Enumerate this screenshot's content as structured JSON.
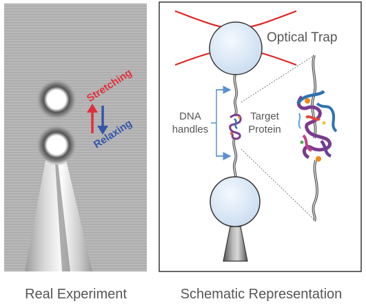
{
  "left_panel": {
    "stretching_label": "Stretching",
    "relaxing_label": "Relaxing",
    "caption": "Real Experiment"
  },
  "right_panel": {
    "optical_trap_label": "Optical Trap",
    "dna_line1": "DNA",
    "dna_line2": "handles",
    "target_line1": "Target",
    "target_line2": "Protein",
    "caption": "Schematic Representation"
  },
  "colors": {
    "stretch": "#e0303c",
    "relax": "#3355aa",
    "trap_beam": "#e02020",
    "bracket": "#5b8fd0",
    "bead_fill": "#d6e6f5",
    "bead_stroke": "#333333",
    "micropipette": "#777777",
    "panel_border": "#333333"
  }
}
